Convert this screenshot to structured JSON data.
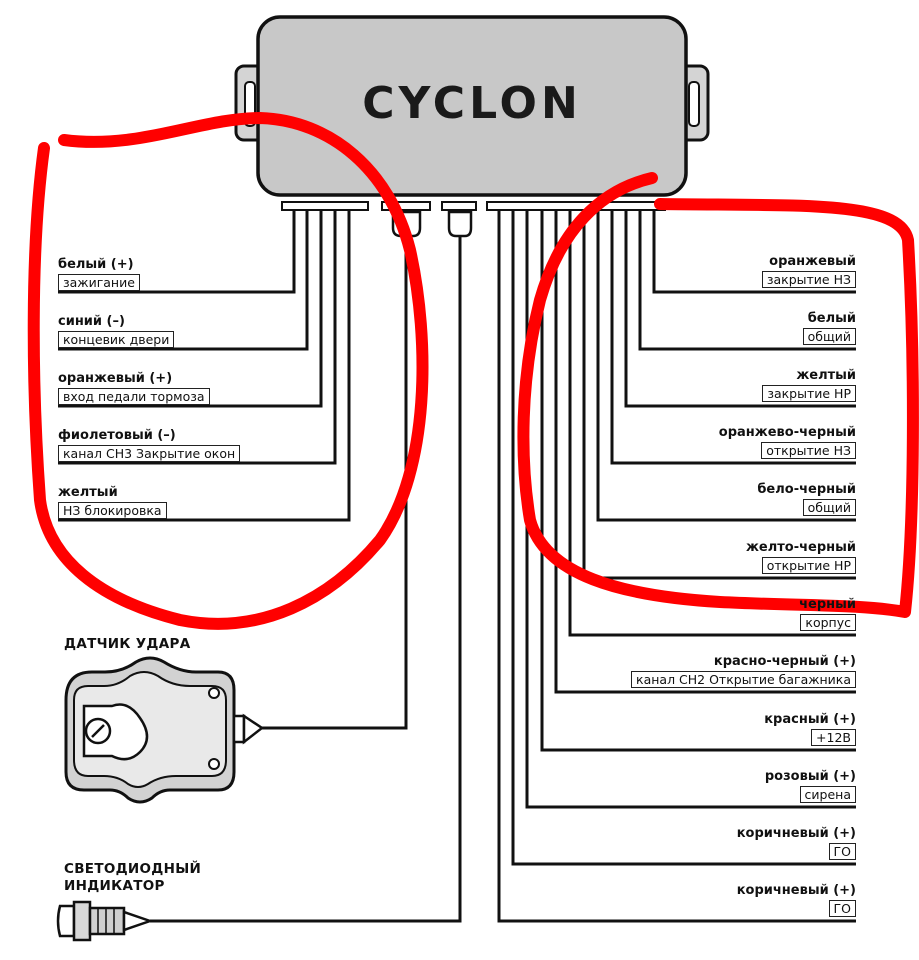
{
  "brand": "CYCLON",
  "left_wires": [
    {
      "name": "белый (+)",
      "desc": "зажигание"
    },
    {
      "name": "синий (–)",
      "desc": "концевик двери"
    },
    {
      "name": "оранжевый (+)",
      "desc": "вход педали тормоза"
    },
    {
      "name": "фиолетовый (–)",
      "desc": "канал СН3 Закрытие окон"
    },
    {
      "name": "желтый",
      "desc": "НЗ блокировка"
    }
  ],
  "right_wires": [
    {
      "name": "оранжевый",
      "desc": "закрытие НЗ"
    },
    {
      "name": "белый",
      "desc": "общий"
    },
    {
      "name": "желтый",
      "desc": "закрытие НР"
    },
    {
      "name": "оранжево-черный",
      "desc": "открытие НЗ"
    },
    {
      "name": "бело-черный",
      "desc": "общий"
    },
    {
      "name": "желто-черный",
      "desc": "открытие НР"
    },
    {
      "name": "черный",
      "desc": "корпус"
    },
    {
      "name": "красно-черный (+)",
      "desc": "канал СН2 Открытие багажника"
    },
    {
      "name": "красный (+)",
      "desc": "+12В"
    },
    {
      "name": "розовый (+)",
      "desc": "сирена"
    },
    {
      "name": "коричневый (+)",
      "desc": "ГО"
    },
    {
      "name": "коричневый (+)",
      "desc": "ГО"
    }
  ],
  "devices": {
    "shock_sensor": "ДАТЧИК УДАРА",
    "led_line1": "СВЕТОДИОДНЫЙ",
    "led_line2": "ИНДИКАТОР"
  },
  "colors": {
    "annotation": "#ff0000",
    "body_fill": "#c8c8c8",
    "wire": "#111111"
  }
}
